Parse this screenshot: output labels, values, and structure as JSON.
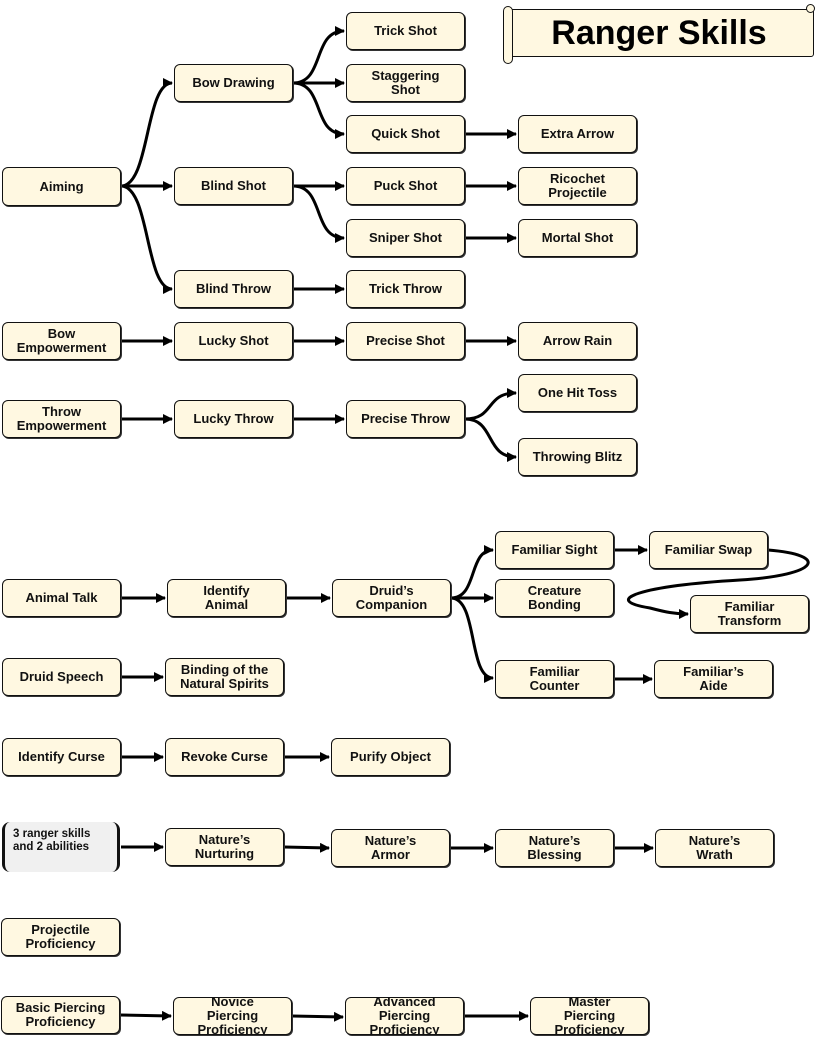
{
  "title": "Ranger Skills",
  "nodes": {
    "aiming": "Aiming",
    "bow_drawing": "Bow Drawing",
    "blind_shot": "Blind Shot",
    "blind_throw": "Blind Throw",
    "trick_shot": "Trick Shot",
    "staggering_shot_1": "Staggering",
    "staggering_shot_2": "Shot",
    "quick_shot": "Quick Shot",
    "extra_arrow": "Extra Arrow",
    "puck_shot": "Puck Shot",
    "ricochet_1": "Ricochet",
    "ricochet_2": "Projectile",
    "sniper_shot": "Sniper Shot",
    "mortal_shot": "Mortal Shot",
    "trick_throw": "Trick Throw",
    "bow_emp_1": "Bow",
    "bow_emp_2": "Empowerment",
    "lucky_shot": "Lucky Shot",
    "precise_shot": "Precise Shot",
    "arrow_rain": "Arrow Rain",
    "throw_emp_1": "Throw",
    "throw_emp_2": "Empowerment",
    "lucky_throw": "Lucky Throw",
    "precise_throw": "Precise Throw",
    "one_hit_toss": "One Hit Toss",
    "throwing_blitz": "Throwing Blitz",
    "animal_talk": "Animal Talk",
    "identify_animal_1": "Identify",
    "identify_animal_2": "Animal",
    "druids_companion_1": "Druid’s",
    "druids_companion_2": "Companion",
    "familiar_sight": "Familiar Sight",
    "familiar_swap": "Familiar Swap",
    "creature_bonding_1": "Creature",
    "creature_bonding_2": "Bonding",
    "familiar_transform_1": "Familiar",
    "familiar_transform_2": "Transform",
    "familiar_counter_1": "Familiar",
    "familiar_counter_2": "Counter",
    "familiars_aide_1": "Familiar’s",
    "familiars_aide_2": "Aide",
    "druid_speech": "Druid Speech",
    "binding_1": "Binding of the",
    "binding_2": "Natural Spirits",
    "identify_curse": "Identify Curse",
    "revoke_curse": "Revoke Curse",
    "purify_object": "Purify Object",
    "prereq_1": "3 ranger skills",
    "prereq_2": "and 2 abilities",
    "natures_nurturing_1": "Nature’s",
    "natures_nurturing_2": "Nurturing",
    "natures_armor_1": "Nature’s",
    "natures_armor_2": "Armor",
    "natures_blessing_1": "Nature’s",
    "natures_blessing_2": "Blessing",
    "natures_wrath_1": "Nature’s",
    "natures_wrath_2": "Wrath",
    "proj_prof_1": "Projectile",
    "proj_prof_2": "Proficiency",
    "basic_pierce_1": "Basic Piercing",
    "basic_pierce_2": "Proficiency",
    "novice_pierce_1": "Novice",
    "novice_pierce_2": "Piercing",
    "novice_pierce_3": "Proficiency",
    "advanced_pierce_1": "Advanced",
    "advanced_pierce_2": "Piercing",
    "advanced_pierce_3": "Proficiency",
    "master_pierce_1": "Master",
    "master_pierce_2": "Piercing",
    "master_pierce_3": "Proficiency"
  },
  "colors": {
    "node_fill": "#fff8e1",
    "node_border": "#111111",
    "arrow": "#000000",
    "prereq_fill": "#f0f0f0"
  }
}
